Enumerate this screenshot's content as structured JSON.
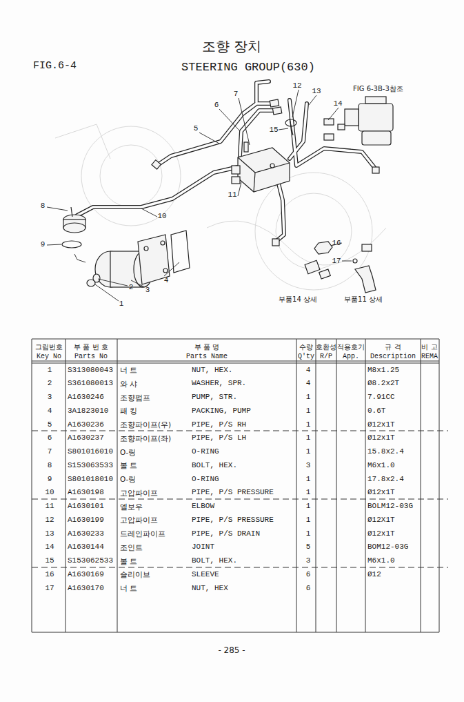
{
  "diagram": {
    "title": "STEERING GROUP(630)",
    "labels": [
      "조향 장치",
      "FIG.6-4",
      "FIG 6-3B-3참조",
      "7",
      "12",
      "13",
      "6",
      "14",
      "5",
      "15",
      "11",
      "8",
      "10",
      "9",
      "16",
      "17",
      "1",
      "2",
      "3",
      "4",
      "부품14 상세",
      "부품11 상세",
      "그림번호",
      "Key No",
      "부 품 번 호",
      "Parts No",
      "부 품 명",
      "Parts Name",
      "수량",
      "Q'ty",
      "호환성",
      "R/P",
      "적용호기",
      "App.",
      "규 격",
      "Description",
      "비 고",
      "REMA",
      "1",
      "S313080043",
      "너 트",
      "NUT, HEX.",
      "4",
      "M8x1.25",
      "2",
      "S361080013",
      "와 샤",
      "WASHER, SPR.",
      "4",
      "Ø8.2x2T",
      "3",
      "A1630246",
      "조향펌프",
      "PUMP, STR.",
      "1",
      "7.91CC",
      "4",
      "3A1823010",
      "패 킹",
      "PACKING, PUMP",
      "1",
      "0.6T",
      "5",
      "A1630236",
      "조향파이프(우)",
      "PIPE, P/S RH",
      "1",
      "Ø12x1T",
      "6",
      "A1630237",
      "조향파이프(좌)",
      "PIPE, P/S LH",
      "1",
      "Ø12x1T",
      "7",
      "S801016010",
      "O-링",
      "O-RING",
      "1",
      "15.8x2.4",
      "8",
      "S153063533",
      "볼 트",
      "BOLT, HEX.",
      "3",
      "M6x1.0",
      "9",
      "S801018010",
      "O-링",
      "O-RING",
      "1",
      "17.8x2.4",
      "10",
      "A1630198",
      "고압파이프",
      "PIPE, P/S PRESSURE",
      "1",
      "Ø12x1T",
      "11",
      "A1630101",
      "엘보우",
      "ELBOW",
      "1",
      "BOLM12-03G",
      "12",
      "A1630199",
      "고압파이프",
      "PIPE, P/S PRESSURE",
      "1",
      "Ø12X1T",
      "13",
      "A1630233",
      "드레인파이프",
      "PIPE, P/S DRAIN",
      "1",
      "Ø12x1T",
      "14",
      "A1630144",
      "조인트",
      "JOINT",
      "5",
      "BOM12-03G",
      "15",
      "S153062533",
      "볼 트",
      "BOLT, HEX.",
      "3",
      "M6x1.0",
      "16",
      "A1630169",
      "슬리이브",
      "SLEEVE",
      "6",
      "Ø12",
      "17",
      "A1630170",
      "너 트",
      "NUT, HEX",
      "6",
      "- 285 -"
    ]
  }
}
